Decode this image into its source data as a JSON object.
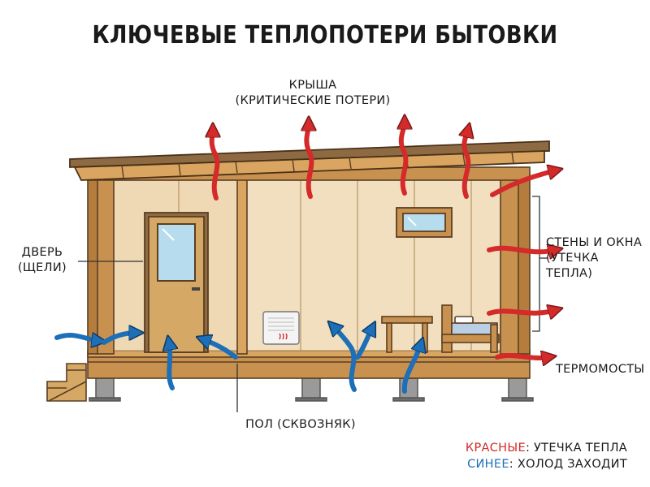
{
  "title": "КЛЮЧЕВЫЕ ТЕПЛОПОТЕРИ БЫТОВКИ",
  "labels": {
    "roof_line1": "КРЫША",
    "roof_line2": "(КРИТИЧЕСКИЕ ПОТЕРИ)",
    "door_line1": "ДВЕРЬ",
    "door_line2": "(ЩЕЛИ)",
    "walls_line1": "СТЕНЫ И ОКНА",
    "walls_line2": "(УТЕЧКА",
    "walls_line3": "ТЕПЛА)",
    "thermal_bridges": "ТЕРМОМОСТЫ",
    "floor": "ПОЛ (СКВОЗНЯК)"
  },
  "legend": {
    "red_word": "КРАСНЫЕ",
    "red_text": ": УТЕЧКА ТЕПЛА",
    "blue_word": "СИНЕЕ",
    "blue_text": ": ХОЛОД ЗАХОДИТ"
  },
  "colors": {
    "heat_leak": "#d42a2a",
    "cold_in": "#1d6fb8",
    "timber": "#c8914f",
    "wall_panel": "#efd9b4",
    "roof": "#8d6a42",
    "outline": "#5a3f22"
  }
}
